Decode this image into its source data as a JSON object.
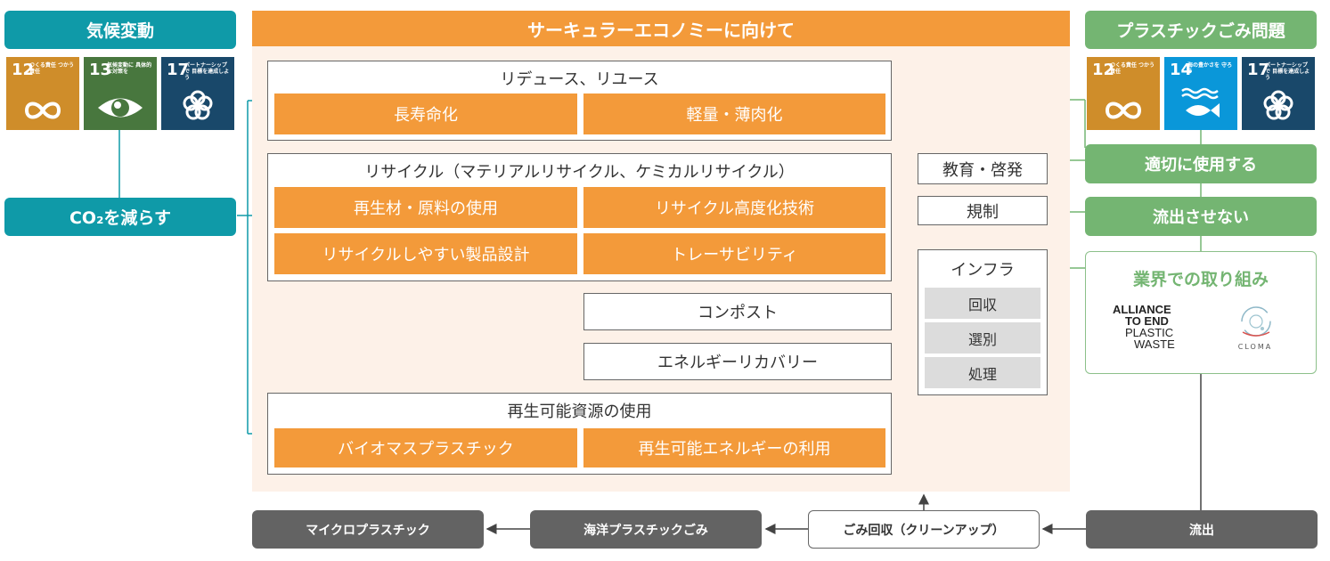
{
  "header": {
    "left_title": "気候変動",
    "center_title": "サーキュラーエコノミーに向けて",
    "right_title": "プラスチックごみ問題"
  },
  "sdg_left": [
    {
      "num": "12",
      "label": "つくる責任 つかう責任",
      "color": "#cf8d2a",
      "icon": "infinity-icon"
    },
    {
      "num": "13",
      "label": "気候変動に 具体的な対策を",
      "color": "#48773e",
      "icon": "earth-eye-icon"
    },
    {
      "num": "17",
      "label": "パートナーシップで 目標を達成しよう",
      "color": "#19486a",
      "icon": "flower-icon"
    }
  ],
  "sdg_right": [
    {
      "num": "12",
      "label": "つくる責任 つかう責任",
      "color": "#cf8d2a",
      "icon": "infinity-icon"
    },
    {
      "num": "14",
      "label": "海の豊かさを 守ろう",
      "color": "#0a97d9",
      "icon": "fish-icon"
    },
    {
      "num": "17",
      "label": "パートナーシップで 目標を達成しよう",
      "color": "#19486a",
      "icon": "flower-icon"
    }
  ],
  "co2_label": "CO₂を減らす",
  "reduce": {
    "title": "リデュース、リユース",
    "items": [
      "長寿命化",
      "軽量・薄肉化"
    ]
  },
  "recycle": {
    "title": "リサイクル（マテリアルリサイクル、ケミカルリサイクル）",
    "items": [
      "再生材・原料の使用",
      "リサイクル高度化技術",
      "リサイクルしやすい製品設計",
      "トレーサビリティ"
    ]
  },
  "compost": "コンポスト",
  "energy_recovery": "エネルギーリカバリー",
  "renewable": {
    "title": "再生可能資源の使用",
    "items": [
      "バイオマスプラスチック",
      "再生可能エネルギーの利用"
    ]
  },
  "education": "教育・啓発",
  "regulation": "規制",
  "infra": {
    "title": "インフラ",
    "items": [
      "回収",
      "選別",
      "処理"
    ]
  },
  "right_actions": {
    "proper_use": "適切に使用する",
    "no_leak": "流出させない"
  },
  "industry": {
    "title": "業界での取り組み",
    "aepw_lines": [
      "ALLIANCE",
      "TO END",
      "PLASTIC",
      "WASTE"
    ],
    "cloma": "CLOMA"
  },
  "bottom": {
    "microplastic": "マイクロプラスチック",
    "ocean_waste": "海洋プラスチックごみ",
    "cleanup": "ごみ回収（クリーンアップ）",
    "outflow": "流出"
  },
  "colors": {
    "teal": "#0f9aa8",
    "orange": "#f39a3a",
    "green": "#74b572",
    "dark_gray": "#636363",
    "panel": "#fdf1e8"
  }
}
